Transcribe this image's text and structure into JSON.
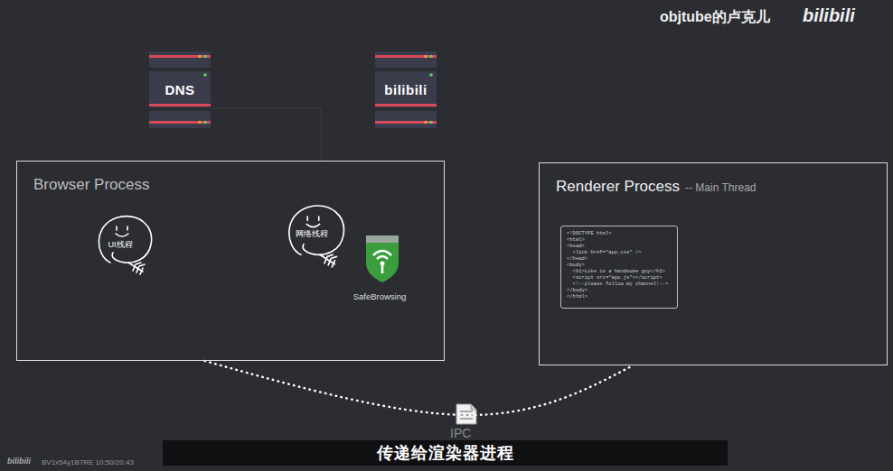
{
  "diagram": {
    "caption": "传递给渲染器进程",
    "nodes": [
      {
        "text": [
          "DNS"
        ]
      },
      {
        "text": [
          "bilibili"
        ]
      },
      {
        "text": [
          "Browser Process"
        ]
      },
      {
        "text": [
          "UI线程"
        ],
        "in": 2
      },
      {
        "text": [
          "网络线程"
        ],
        "in": 2
      },
      {
        "text": [
          "SafeBrowsing"
        ],
        "in": 2
      },
      {
        "text": [
          "Renderer Process",
          "-- Main Thread"
        ]
      },
      {
        "text": [
          "<!DOCTYPE html>",
          "<html>",
          "<head>",
          "  <link href=\"app.css\" />",
          "</head>",
          "<body>",
          "  <h1>Luke is a handsome guy</h1>",
          "  <script src=\"app.js\"></script>",
          "  <!--please follow my channel!-->",
          "</body>",
          "</html>"
        ],
        "in": 6
      }
    ],
    "edges": [
      {
        "from": 2,
        "to": 6,
        "arrow": "none"
      }
    ],
    "labels": [
      "objtube的卢克儿",
      "bilibili",
      "IPC",
      "bilibili",
      "BV1x54y1B7RE 10:50/20:43"
    ]
  }
}
